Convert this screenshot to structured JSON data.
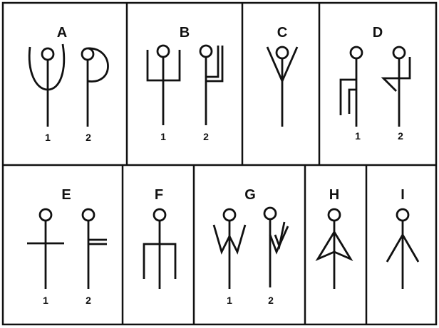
{
  "panels": [
    {
      "letter": "A",
      "numbers": [
        "1",
        "2"
      ]
    },
    {
      "letter": "B",
      "numbers": [
        "1",
        "2"
      ]
    },
    {
      "letter": "C",
      "numbers": []
    },
    {
      "letter": "D",
      "numbers": [
        "1",
        "2"
      ]
    },
    {
      "letter": "E",
      "numbers": [
        "1",
        "2"
      ]
    },
    {
      "letter": "F",
      "numbers": []
    },
    {
      "letter": "G",
      "numbers": [
        "1",
        "2"
      ]
    },
    {
      "letter": "H",
      "numbers": []
    },
    {
      "letter": "I",
      "numbers": []
    }
  ]
}
